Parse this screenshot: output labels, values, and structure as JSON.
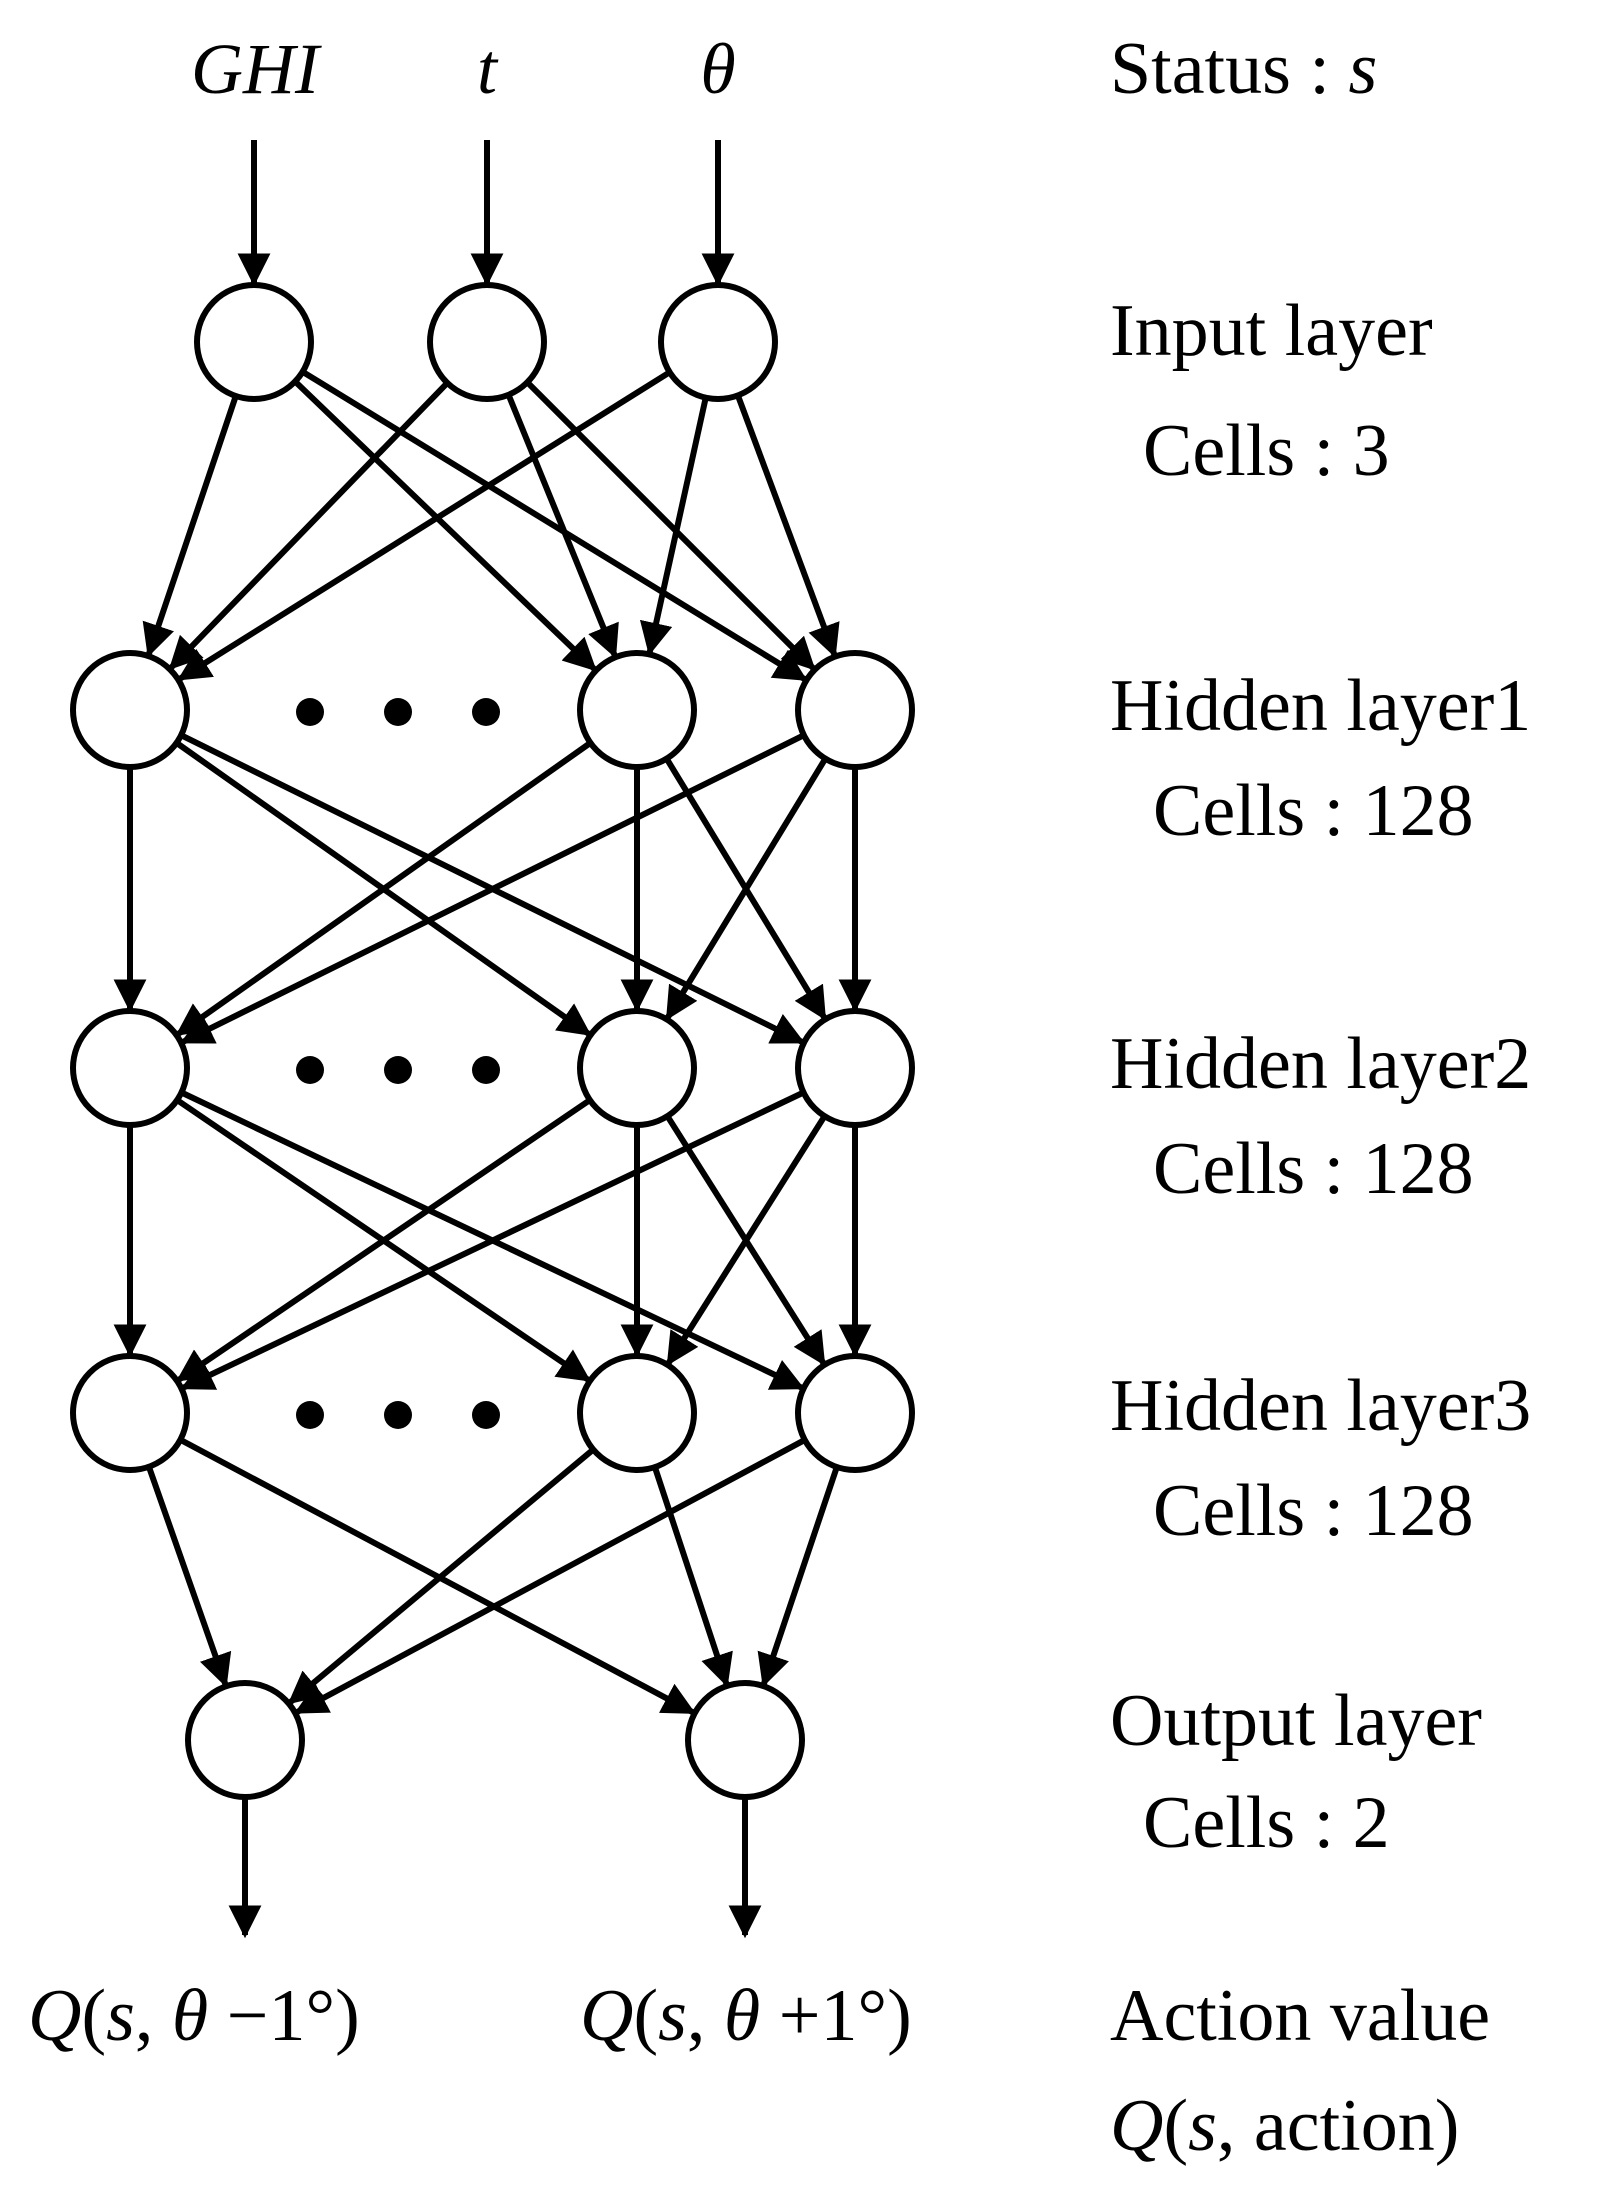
{
  "inputs": {
    "ghi": "GHI",
    "t": "t",
    "theta": "θ"
  },
  "outputs": {
    "left": {
      "Q": "Q",
      "open": "(",
      "s": "s",
      "comma": ", ",
      "theta": "θ",
      "rest": " −1°)"
    },
    "right": {
      "Q": "Q",
      "open": "(",
      "s": "s",
      "comma": ", ",
      "theta": "θ",
      "rest": " +1°)"
    }
  },
  "labels": {
    "status_prefix": "Status : ",
    "status_var": "s",
    "input_layer": "Input layer",
    "input_cells": "Cells : 3",
    "hidden1": "Hidden layer1",
    "hidden1_cells": "Cells : 128",
    "hidden2": "Hidden layer2",
    "hidden2_cells": "Cells : 128",
    "hidden3": "Hidden layer3",
    "hidden3_cells": "Cells : 128",
    "output_layer": "Output layer",
    "output_cells": "Cells : 2",
    "action_value": "Action value",
    "action_q": "Q",
    "action_open": "(",
    "action_s": "s",
    "action_rest": ", action)"
  },
  "colors": {
    "stroke": "#000000",
    "background": "#ffffff"
  }
}
